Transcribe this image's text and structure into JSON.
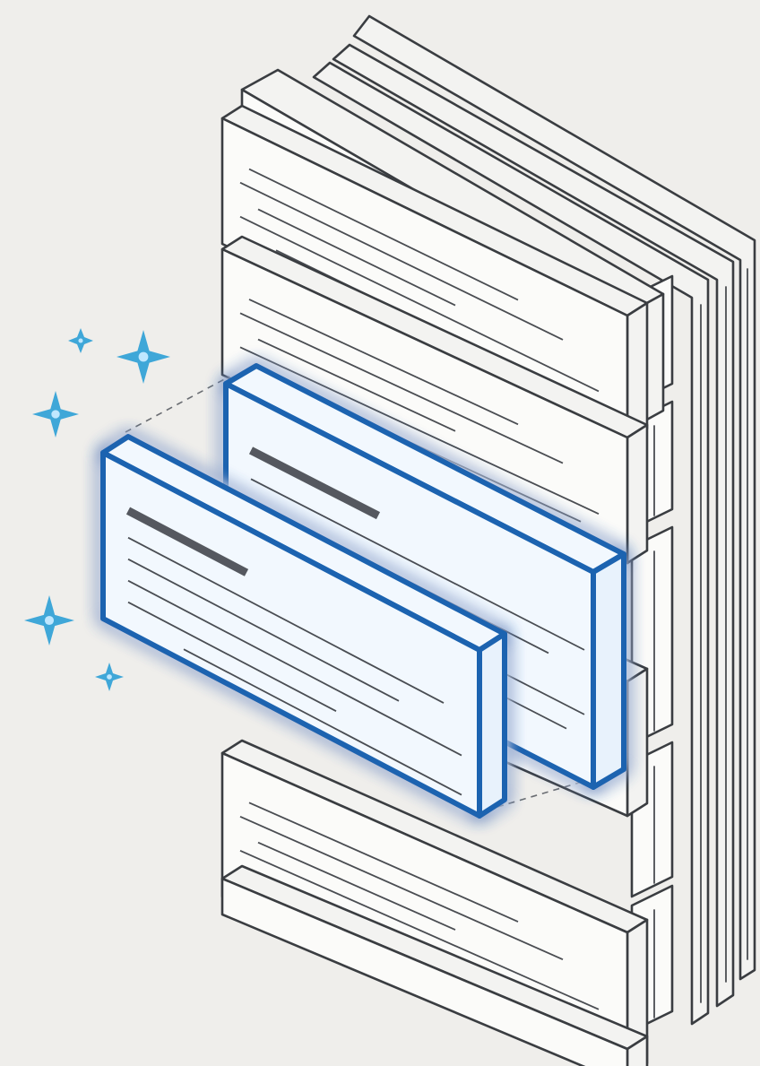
{
  "illustration": {
    "subject": "document-stack-with-highlighted-chunks",
    "stack_block_count": 6,
    "highlighted_block_count": 2,
    "sparkle_count": 5
  },
  "colors": {
    "background": "#efeeeb",
    "outline": "#3a3d41",
    "block_fill": "#fbfbf9",
    "highlight_stroke": "#1a63b0",
    "highlight_glow": "#3aa0ff",
    "highlight_fill": "#f2f8fe",
    "sparkle": "#2b9fd6"
  },
  "icons": [
    "sparkle-icon"
  ]
}
